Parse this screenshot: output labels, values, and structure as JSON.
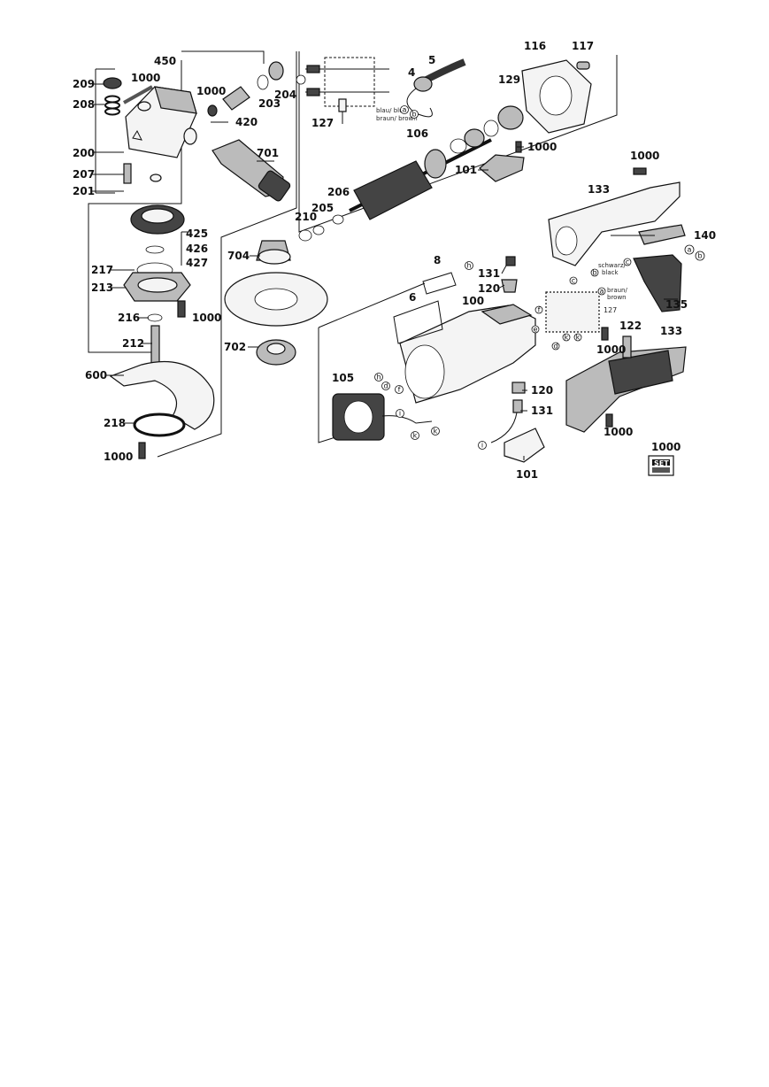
{
  "labels": {
    "l450": "450",
    "l1000a": "1000",
    "l209": "209",
    "l208": "208",
    "l1000b": "1000",
    "l204": "204",
    "l203": "203",
    "l420": "420",
    "l200": "200",
    "l701": "701",
    "l207": "207",
    "l201": "201",
    "l425": "425",
    "l426": "426",
    "l427": "427",
    "l217": "217",
    "l213": "213",
    "l216": "216",
    "l1000c": "1000",
    "l212": "212",
    "l600": "600",
    "l218": "218",
    "l1000d": "1000",
    "l704": "704",
    "l702": "702",
    "l127a": "127",
    "l4": "4",
    "l5": "5",
    "l116": "116",
    "l117": "117",
    "l129": "129",
    "l106": "106",
    "l1000e": "1000",
    "l101a": "101",
    "l206": "206",
    "l205": "205",
    "l210": "210",
    "l1000f": "1000",
    "l133a": "133",
    "l140": "140",
    "l8": "8",
    "l131a": "131",
    "l120a": "120",
    "l6": "6",
    "l100": "100",
    "l127b": "127",
    "l135": "135",
    "l122": "122",
    "l1000g": "1000",
    "l133b": "133",
    "l105": "105",
    "l120b": "120",
    "l131b": "131",
    "l1000h": "1000",
    "l101b": "101",
    "l1000set": "1000"
  },
  "wire_text": {
    "blau": "blau/ blue",
    "braun1": "braun/ brown",
    "schwarz": "schwarz/",
    "black": "black",
    "braun2": "braun/",
    "brown": "brown"
  },
  "circle_letters": {
    "a1": "a",
    "b1": "b",
    "a2": "a",
    "b2": "b",
    "h1": "h",
    "c1": "c",
    "b3": "b",
    "a3": "a",
    "c2": "c",
    "f1": "f",
    "e1": "e",
    "d1": "d",
    "k1": "k",
    "k2": "k",
    "h2": "h",
    "d2": "d",
    "f2": "f",
    "i1": "i",
    "k3": "k",
    "k4": "k",
    "i2": "i"
  },
  "set_badge": {
    "text": "SET"
  }
}
